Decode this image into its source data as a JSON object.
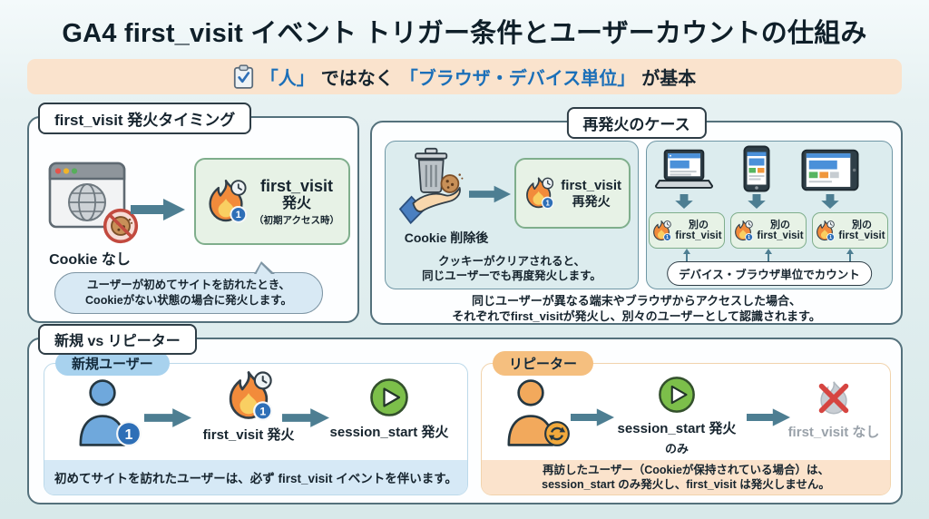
{
  "colors": {
    "accent_blue": "#1b6fb8",
    "banner_bg": "#fae3cd",
    "panel_border": "#54717c",
    "arrow_teal": "#4d7e92",
    "flame_orange": "#f28b3b",
    "flame_yellow": "#f9cf62",
    "event_green_bg": "#e7f2e6",
    "event_green_border": "#7fae8c",
    "sub_box_bg": "#dcecee",
    "bubble_bg": "#d8e9f4",
    "badge_blue": "#2e6fb7",
    "play_green": "#7cbf4a",
    "new_user_pill": "#a8d2ee",
    "repeater_pill": "#f5bf7f",
    "footer_blue": "#d6e9f6",
    "footer_peach": "#fbe3cc",
    "disabled_grey": "#9aa2aa",
    "x_red": "#d64541"
  },
  "badge_one": "1",
  "page": {
    "title": "GA4 first_visit イベント トリガー条件とユーザーカウントの仕組み",
    "banner": {
      "segment_people": "「人」",
      "segment_not": "ではなく",
      "segment_unit": "「ブラウザ・デバイス単位」",
      "segment_basic": "が基本"
    }
  },
  "panel_timing": {
    "title": "first_visit 発火タイミング",
    "no_cookie_label": "Cookie なし",
    "event_box": {
      "name": "first_visit",
      "sub": "発火",
      "note": "（初期アクセス時）"
    },
    "bubble": {
      "line1": "ユーザーが初めてサイトを訪れたとき、",
      "line2": "Cookieがない状態の場合に発火します。"
    }
  },
  "panel_refire": {
    "title": "再発火のケース",
    "cookie_deleted_label": "Cookie 削除後",
    "event_box": {
      "name": "first_visit",
      "sub": "再発火"
    },
    "note": {
      "line1": "クッキーがクリアされると、",
      "line2": "同じユーザーでも再度発火します。"
    },
    "device_boxes": [
      {
        "line1": "別の",
        "line2": "first_visit"
      },
      {
        "line1": "別の",
        "line2": "first_visit"
      },
      {
        "line1": "別の",
        "line2": "first_visit"
      }
    ],
    "count_pill": "デバイス・ブラウザ単位でカウント",
    "footer": {
      "line1": "同じユーザーが異なる端末やブラウザからアクセスした場合、",
      "line2": "それぞれでfirst_visitが発火し、別々のユーザーとして認識されます。"
    }
  },
  "panel_compare": {
    "title": "新規 vs リピーター",
    "new_user": {
      "label": "新規ユーザー",
      "badge": "1",
      "step_first_visit": "first_visit 発火",
      "step_session_start": "session_start 発火",
      "footer": "初めてサイトを訪れたユーザーは、必ず first_visit イベントを伴います。"
    },
    "repeater": {
      "label": "リピーター",
      "step_session_start": "session_start 発火",
      "step_session_sub": "のみ",
      "step_no_first_visit": "first_visit なし",
      "footer_line1": "再訪したユーザー（Cookieが保持されている場合）は、",
      "footer_line2": "session_start のみ発火し、first_visit は発火しません。"
    }
  }
}
